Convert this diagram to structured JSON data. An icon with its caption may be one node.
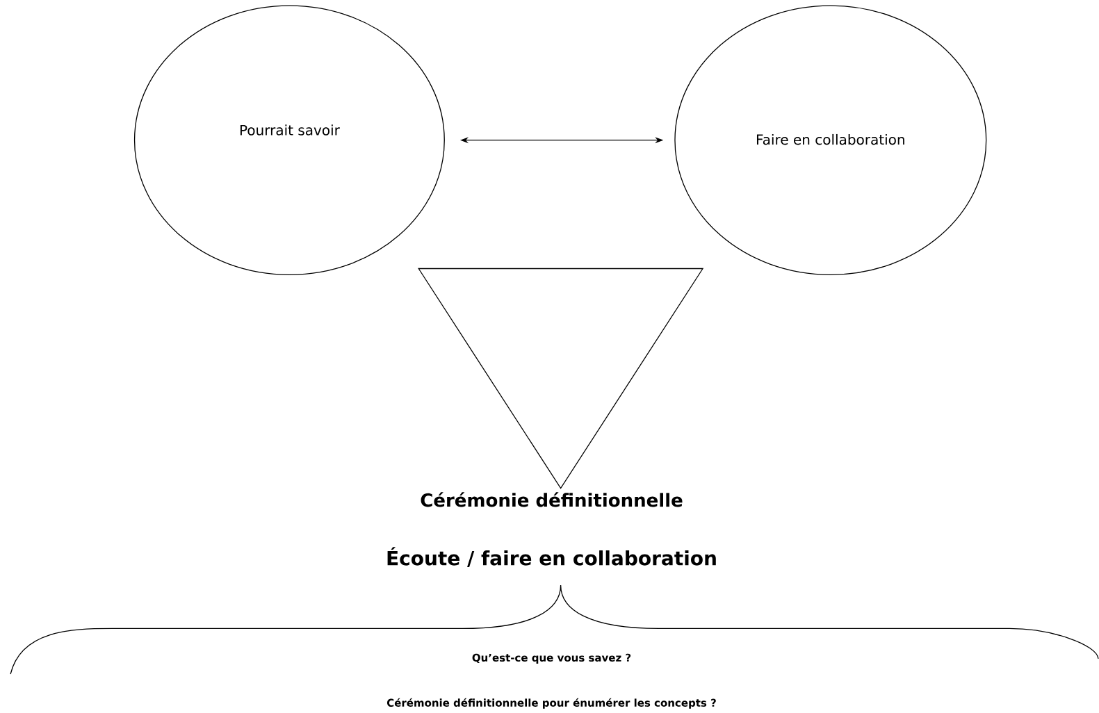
{
  "diagram": {
    "nodes": [
      {
        "text": [
          "Pourrait savoir"
        ]
      },
      {
        "text": [
          "Faire en collaboration"
        ]
      },
      {
        "text": [],
        "shape": "triangle"
      }
    ],
    "edges": [
      {
        "from": 0,
        "to": 1,
        "arrow": "both"
      }
    ],
    "labels": [
      "Cérémonie définitionnelle",
      "Écoute / faire en collaboration",
      "Qu’est-ce que vous savez ?",
      "Cérémonie définitionnelle pour énumérer les concepts ?"
    ]
  }
}
